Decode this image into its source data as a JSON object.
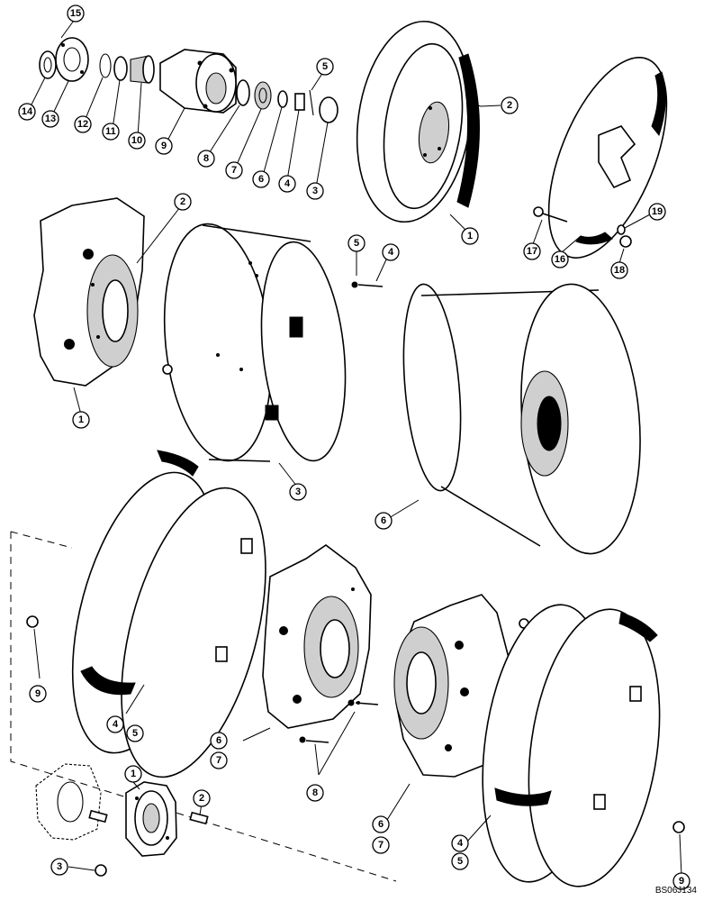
{
  "drawing_code": "BS06J134",
  "callouts": [
    {
      "id": "c-top-15",
      "label": "15"
    },
    {
      "id": "c-top-14",
      "label": "14"
    },
    {
      "id": "c-top-13",
      "label": "13"
    },
    {
      "id": "c-top-12",
      "label": "12"
    },
    {
      "id": "c-top-11",
      "label": "11"
    },
    {
      "id": "c-top-10",
      "label": "10"
    },
    {
      "id": "c-top-9",
      "label": "9"
    },
    {
      "id": "c-top-8",
      "label": "8"
    },
    {
      "id": "c-top-7",
      "label": "7"
    },
    {
      "id": "c-top-6",
      "label": "6"
    },
    {
      "id": "c-top-5",
      "label": "5"
    },
    {
      "id": "c-top-4",
      "label": "4"
    },
    {
      "id": "c-top-3",
      "label": "3"
    },
    {
      "id": "c-top-2",
      "label": "2"
    },
    {
      "id": "c-top-1",
      "label": "1"
    },
    {
      "id": "c-cover-19",
      "label": "19"
    },
    {
      "id": "c-cover-17",
      "label": "17"
    },
    {
      "id": "c-cover-16",
      "label": "16"
    },
    {
      "id": "c-cover-18",
      "label": "18"
    },
    {
      "id": "c-mid-2",
      "label": "2"
    },
    {
      "id": "c-mid-5",
      "label": "5"
    },
    {
      "id": "c-mid-4",
      "label": "4"
    },
    {
      "id": "c-mid-1",
      "label": "1"
    },
    {
      "id": "c-mid-3",
      "label": "3"
    },
    {
      "id": "c-mid-6",
      "label": "6"
    },
    {
      "id": "c-low-9",
      "label": "9"
    },
    {
      "id": "c-low-4",
      "label": "4"
    },
    {
      "id": "c-low-5",
      "label": "5"
    },
    {
      "id": "c-low-6",
      "label": "6"
    },
    {
      "id": "c-low-7",
      "label": "7"
    },
    {
      "id": "c-low-8",
      "label": "8"
    },
    {
      "id": "c-right-6",
      "label": "6"
    },
    {
      "id": "c-right-7",
      "label": "7"
    },
    {
      "id": "c-right-4",
      "label": "4"
    },
    {
      "id": "c-right-5",
      "label": "5"
    },
    {
      "id": "c-right-9",
      "label": "9"
    },
    {
      "id": "c-hub-1",
      "label": "1"
    },
    {
      "id": "c-hub-2",
      "label": "2"
    },
    {
      "id": "c-hub-3",
      "label": "3"
    }
  ]
}
